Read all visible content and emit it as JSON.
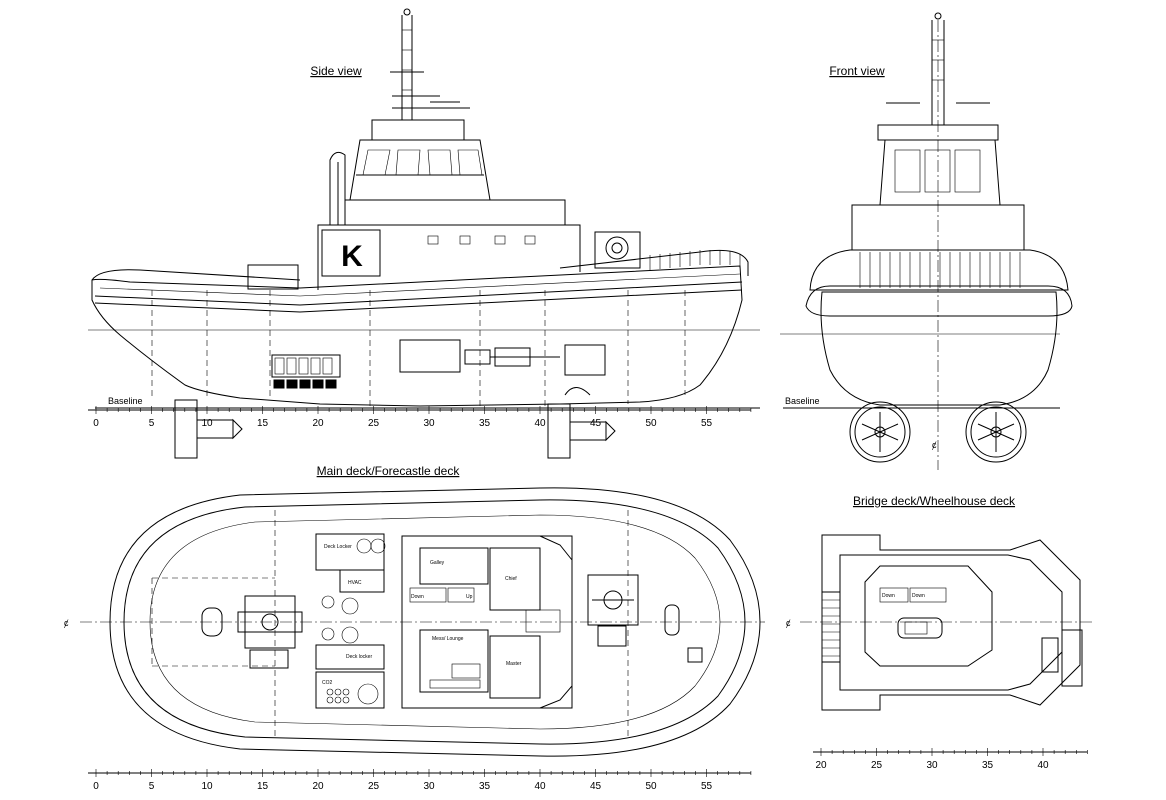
{
  "views": {
    "side": {
      "title": "Side view",
      "baseline": "Baseline",
      "logo": "K"
    },
    "front": {
      "title": "Front view",
      "baseline": "Baseline"
    },
    "main_deck": {
      "title": "Main deck/Forecastle deck"
    },
    "bridge_deck": {
      "title": "Bridge deck/Wheelhouse deck"
    }
  },
  "scales": {
    "side": [
      "0",
      "5",
      "10",
      "15",
      "20",
      "25",
      "30",
      "35",
      "40",
      "45",
      "50",
      "55"
    ],
    "main": [
      "0",
      "5",
      "10",
      "15",
      "20",
      "25",
      "30",
      "35",
      "40",
      "45",
      "50",
      "55"
    ],
    "bridge": [
      "20",
      "25",
      "30",
      "35",
      "40"
    ]
  },
  "rooms": {
    "deck_locker_1": "Deck Locker",
    "hvac": "HVAC",
    "deck_locker_2": "Deck locker",
    "co2": "CO2",
    "galley": "Galley",
    "chief": "Chief",
    "mess": "Mess/ Lounge",
    "master": "Master",
    "down_1": "Down",
    "up_1": "Up",
    "down_2": "Down",
    "down_3": "Down"
  },
  "symbols": {
    "centerline": "ȼ"
  }
}
